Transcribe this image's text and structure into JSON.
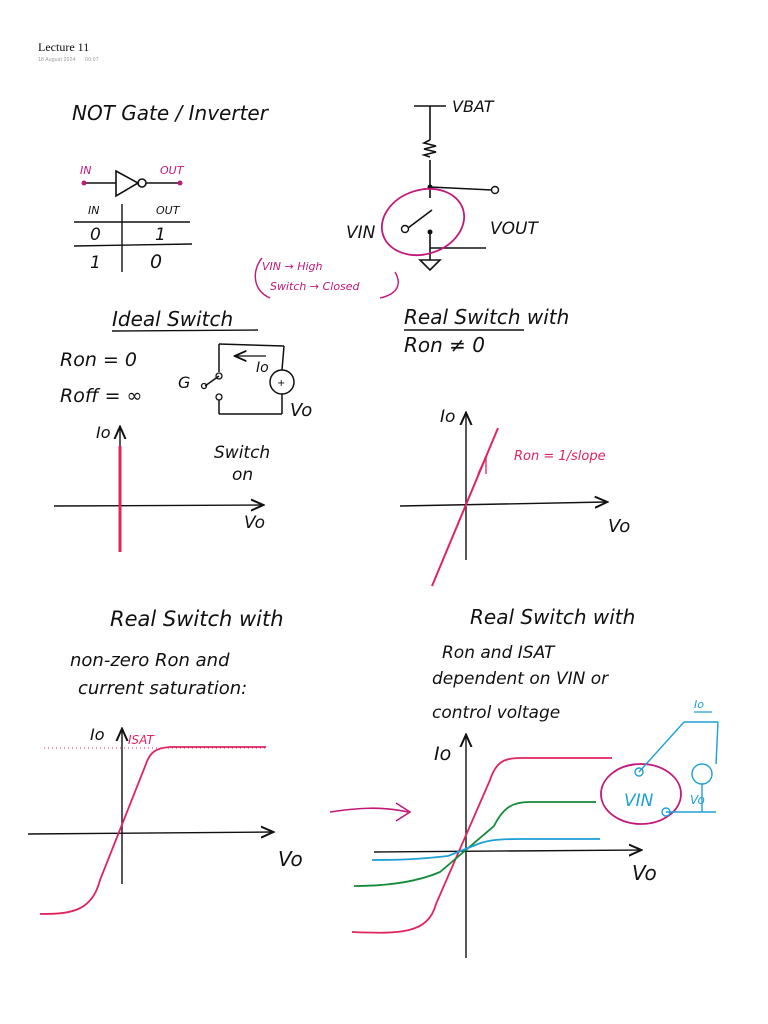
{
  "header": {
    "title": "Lecture 11",
    "date": "18 August 2024",
    "time": "00:07"
  },
  "colors": {
    "ink": "#111111",
    "magenta": "#c2187a",
    "pink": "#e0245e",
    "green": "#158a3a",
    "blue": "#1e9fd6"
  },
  "not_gate": {
    "title": "NOT Gate / Inverter",
    "in_label": "IN",
    "out_label": "OUT",
    "table": {
      "headers": [
        "IN",
        "OUT"
      ],
      "rows": [
        [
          "0",
          "1"
        ],
        [
          "1",
          "0"
        ]
      ]
    }
  },
  "transistor": {
    "vbat": "VBAT",
    "vin": "VIN",
    "vout": "VOUT",
    "note_line1": "VIN → High",
    "note_line2": "Switch → Closed"
  },
  "ideal_switch": {
    "title": "Ideal Switch",
    "ron": "Ron = 0",
    "roff": "Roff = ∞",
    "g_label": "G",
    "io_label": "Io",
    "vo_label": "Vo",
    "switch_on_line1": "Switch",
    "switch_on_line2": "on",
    "axis_y": "Io",
    "axis_x": "Vo"
  },
  "real_switch": {
    "title_line1": "Real Switch with",
    "title_line2": "Ron ≠ 0",
    "slope_note": "Ron = 1/slope",
    "axis_y": "Io",
    "axis_x": "Vo"
  },
  "saturation": {
    "title_line1": "Real Switch with",
    "title_line2": "non-zero Ron and",
    "title_line3": "current saturation:",
    "isat": "ISAT",
    "axis_y": "Io",
    "axis_x": "Vo"
  },
  "dependent": {
    "title_line1": "Real Switch with",
    "title_line2": "Ron and ISAT",
    "title_line3": "dependent on VIN or",
    "title_line4": "control voltage",
    "vin_label": "VIN",
    "io_label": "Io",
    "vo_label": "Vo",
    "axis_y": "Io",
    "axis_x": "Vo"
  }
}
